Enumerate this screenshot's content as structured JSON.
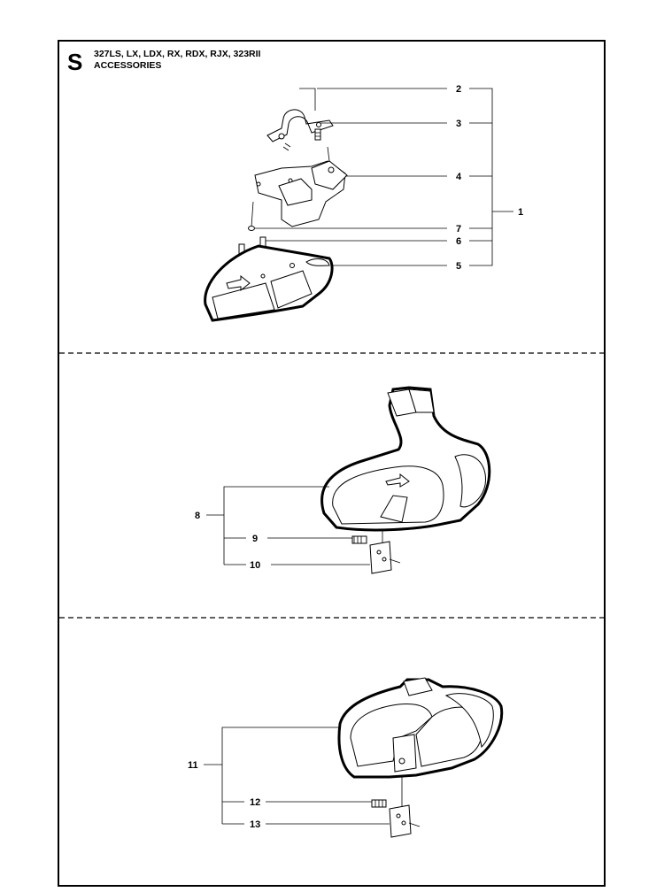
{
  "header": {
    "section_letter": "S",
    "models": "327LS, LX, LDX, RX, RDX, RJX, 323RII",
    "title": "ACCESSORIES"
  },
  "panels": [
    {
      "callouts": [
        {
          "num": "1"
        },
        {
          "num": "2"
        },
        {
          "num": "3"
        },
        {
          "num": "4"
        },
        {
          "num": "5"
        },
        {
          "num": "6"
        },
        {
          "num": "7"
        }
      ]
    },
    {
      "callouts": [
        {
          "num": "8"
        },
        {
          "num": "9"
        },
        {
          "num": "10"
        }
      ]
    },
    {
      "callouts": [
        {
          "num": "11"
        },
        {
          "num": "12"
        },
        {
          "num": "13"
        }
      ]
    }
  ]
}
